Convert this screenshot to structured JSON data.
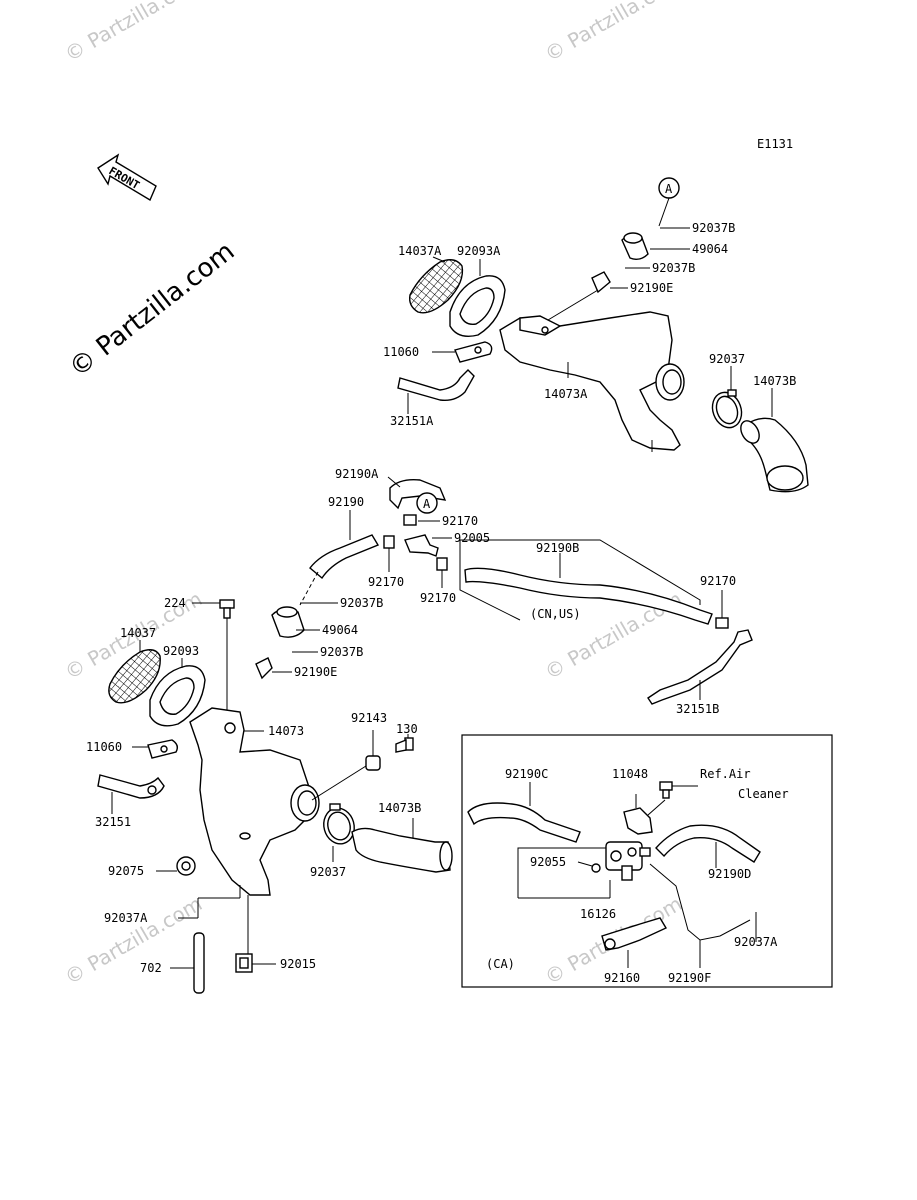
{
  "diagram_code": "E1131",
  "front_label": "FRONT",
  "watermark_main": "© Partzilla.com",
  "watermarks": [
    "© Partzilla.com",
    "© Partzilla.com",
    "© Partzilla.com",
    "© Partzilla.com",
    "© Partzilla.com",
    "© Partzilla.com"
  ],
  "ref_marker": "A",
  "labels": {
    "p14037A": "14037A",
    "p92093A": "92093A",
    "p11060a": "11060",
    "p32151A": "32151A",
    "p14073A": "14073A",
    "p92037B_1": "92037B",
    "p49064_1": "49064",
    "p92037B_2": "92037B",
    "p92190E_1": "92190E",
    "p92037_1": "92037",
    "p14073B_1": "14073B",
    "p92190A": "92190A",
    "p92190": "92190",
    "p92170_1": "92170",
    "p92005": "92005",
    "p92170_2": "92170",
    "p92170_3": "92170",
    "p92190B": "92190B",
    "p_cnus": "(CN,US)",
    "p92170_4": "92170",
    "p32151B": "32151B",
    "p224": "224",
    "p92037B_3": "92037B",
    "p49064_2": "49064",
    "p92037B_4": "92037B",
    "p92190E_2": "92190E",
    "p14037": "14037",
    "p92093": "92093",
    "p11060b": "11060",
    "p14073": "14073",
    "p32151": "32151",
    "p130": "130",
    "p92143": "92143",
    "p14073B_2": "14073B",
    "p92037_2": "92037",
    "p92075": "92075",
    "p92037A_1": "92037A",
    "p702": "702",
    "p92015": "92015",
    "p92190C": "92190C",
    "p11048": "11048",
    "p_refair": "Ref.Air",
    "p_cleaner": "Cleaner",
    "p92055": "92055",
    "p92190D": "92190D",
    "p16126": "16126",
    "p92037A_2": "92037A",
    "p_ca": "(CA)",
    "p92160": "92160",
    "p92190F": "92190F"
  }
}
